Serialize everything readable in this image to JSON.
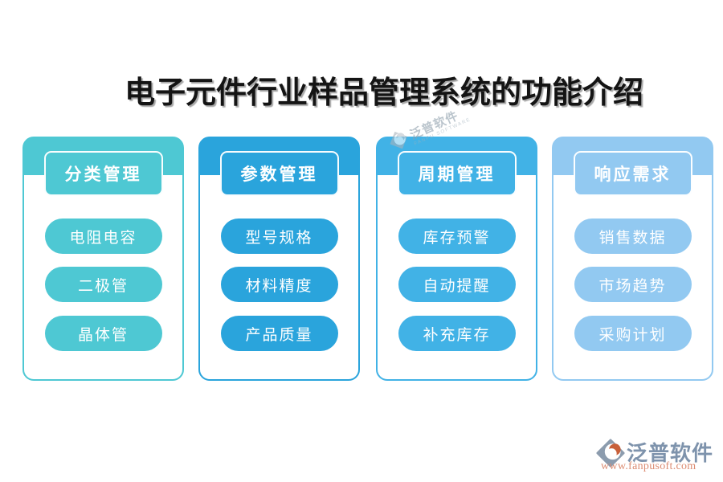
{
  "title": {
    "text": "电子元件行业样品管理系统的功能介绍",
    "color": "#141414"
  },
  "columns": [
    {
      "header": "分类管理",
      "color": "#4ec8d3",
      "items": [
        "电阻电容",
        "二极管",
        "晶体管"
      ]
    },
    {
      "header": "参数管理",
      "color": "#2aa4dc",
      "items": [
        "型号规格",
        "材料精度",
        "产品质量"
      ]
    },
    {
      "header": "周期管理",
      "color": "#41b2e6",
      "items": [
        "库存预警",
        "自动提醒",
        "补充库存"
      ]
    },
    {
      "header": "响应需求",
      "color": "#92c9f1",
      "items": [
        "销售数据",
        "市场趋势",
        "采购计划"
      ]
    }
  ],
  "watermark": {
    "text": "泛普软件",
    "subtext": "FANPU SOFTWARE"
  },
  "footer": {
    "brand": "泛普软件",
    "url": "www.fanpusoft.com",
    "brand_color": "#7e93ac",
    "url_color": "#dc8c72",
    "logo_gray": "#8c9cae",
    "logo_orange": "#c8603a"
  }
}
